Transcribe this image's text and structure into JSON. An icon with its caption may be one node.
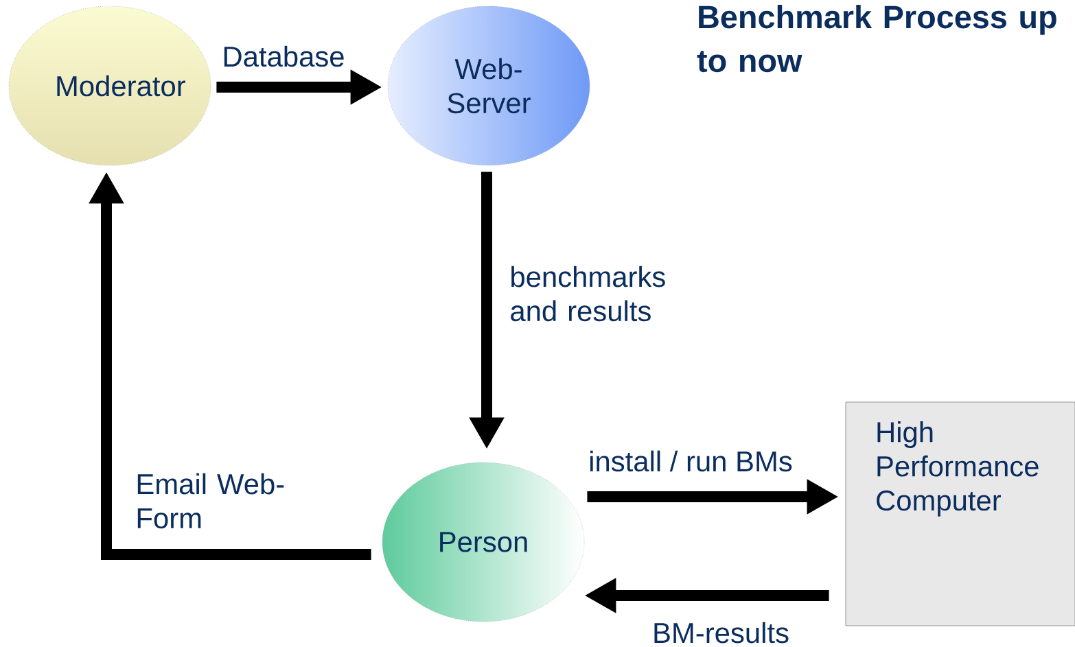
{
  "diagram": {
    "title": "Benchmark Process up to now",
    "nodes": [
      {
        "text": [
          "Moderator"
        ]
      },
      {
        "text": [
          "Web-Server"
        ]
      },
      {
        "text": [
          "Person"
        ]
      },
      {
        "text": [
          "High Performance Computer"
        ]
      }
    ],
    "edges": [
      {
        "from": 0,
        "to": 1,
        "arrow": "to",
        "label": "Database"
      },
      {
        "from": 1,
        "to": 2,
        "arrow": "to",
        "label": "benchmarks and results"
      },
      {
        "from": 2,
        "to": 0,
        "arrow": "to",
        "label": "Email Web-Form"
      },
      {
        "from": 2,
        "to": 3,
        "arrow": "to",
        "label": "install / run BMs"
      },
      {
        "from": 3,
        "to": 2,
        "arrow": "to",
        "label": "BM-results"
      }
    ]
  }
}
